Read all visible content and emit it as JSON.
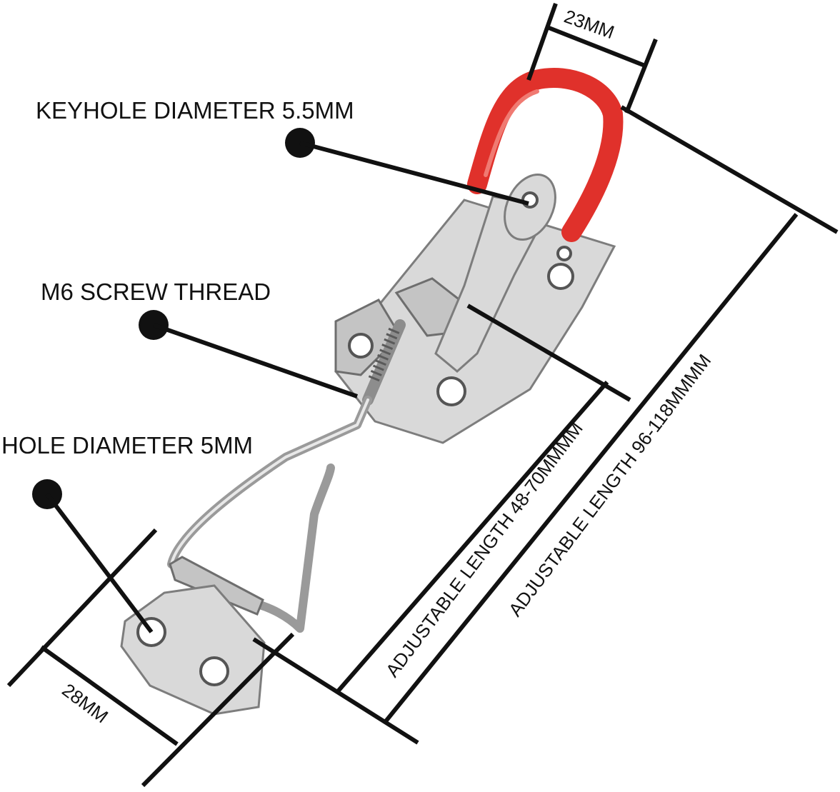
{
  "labels": {
    "keyhole": "KEYHOLE DIAMETER 5.5MM",
    "screw": "M6 SCREW THREAD",
    "hole": "HOLE DIAMETER 5MM"
  },
  "dimensions": {
    "top_width": "23MM",
    "bottom_width": "28MM",
    "adjustable_short": "ADJUSTABLE LENGTH 48-70MMMM",
    "adjustable_long": "ADJUSTABLE LENGTH 96-118MMMM"
  },
  "colors": {
    "handle_grip": "#e0312b",
    "metal": "#d9d9d9",
    "ink": "#111111"
  }
}
